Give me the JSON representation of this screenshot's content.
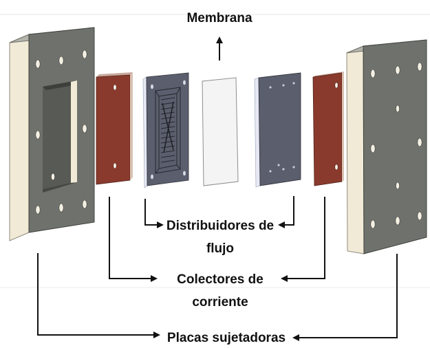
{
  "labels": {
    "membrane": "Membrana",
    "flow_distributors_line1": "Distribuidores de",
    "flow_distributors_line2": "flujo",
    "current_collectors_line1": "Colectores de",
    "current_collectors_line2": "corriente",
    "clamp_plates": "Placas sujetadoras"
  },
  "colors": {
    "plate_gray": "#6f726c",
    "plate_edge": "#f1ead6",
    "collector_copper": "#8a3a2c",
    "distributor_slate": "#5a5e6d",
    "membrane_white": "#f4f4f4",
    "arrow": "#111111"
  }
}
